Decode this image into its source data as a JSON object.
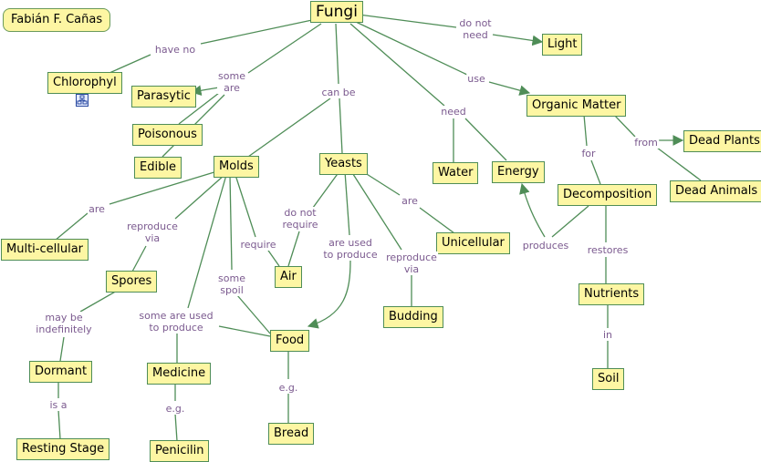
{
  "author": "Fabián F. Cañas",
  "concepts": {
    "fungi": "Fungi",
    "light": "Light",
    "chlorophyl": "Chlorophyl",
    "parasytic": "Parasytic",
    "poisonous": "Poisonous",
    "edible": "Edible",
    "organic_matter": "Organic Matter",
    "dead_plants": "Dead Plants",
    "dead_animals": "Dead Animals",
    "decomposition": "Decomposition",
    "molds": "Molds",
    "yeasts": "Yeasts",
    "water": "Water",
    "energy": "Energy",
    "multicellular": "Multi-cellular",
    "spores": "Spores",
    "air": "Air",
    "unicellular": "Unicellular",
    "food": "Food",
    "budding": "Budding",
    "nutrients": "Nutrients",
    "dormant": "Dormant",
    "medicine": "Medicine",
    "soil": "Soil",
    "bread": "Bread",
    "resting_stage": "Resting Stage",
    "penicilin": "Penicilin"
  },
  "linking_phrases": {
    "have_no": "have no",
    "do_not_need": "do not\nneed",
    "some_are": "some\nare",
    "can_be": "can be",
    "use": "use",
    "need": "need",
    "for": "for",
    "from": "from",
    "are_multi": "are",
    "reproduce_via_spores": "reproduce\nvia",
    "do_not_require": "do not\nrequire",
    "are_uni": "are",
    "require": "require",
    "are_used_to_produce": "are used\nto produce",
    "reproduce_via_budding": "reproduce\nvia",
    "produces": "produces",
    "restores": "restores",
    "some_spoil": "some\nspoil",
    "some_are_used_to_produce": "some are used\nto produce",
    "may_be_indefinitely": "may be\nindefinitely",
    "in": "in",
    "eg_bread": "e.g.",
    "eg_penicilin": "e.g.",
    "is_a": "is a"
  },
  "icons": {
    "chlorophyl_resource": "resource-link-icon"
  },
  "colors": {
    "node_fill": "#fdf6a3",
    "node_border": "#4f8d57",
    "line": "#4f8d57",
    "linking_text": "#7b5a8f"
  }
}
